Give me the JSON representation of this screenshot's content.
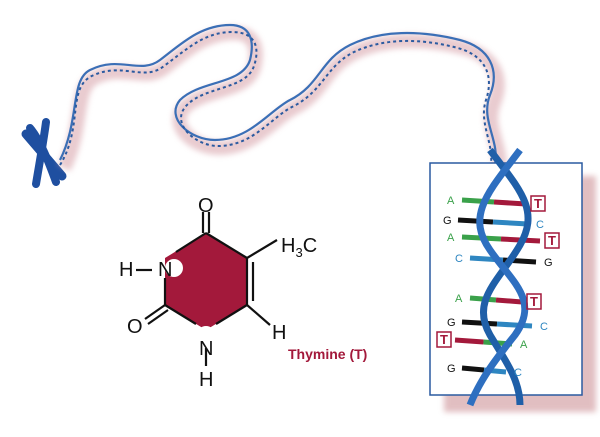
{
  "molecule": {
    "caption": "Thymine (T)",
    "atoms": {
      "o_top": "O",
      "o_left": "O",
      "n_left": "N",
      "n_bottom": "N",
      "h_left": "H",
      "h_bottom": "H",
      "h_right": "H",
      "methyl_main": "H",
      "methyl_sub": "3",
      "methyl_c": "C"
    },
    "ring_color": "#a3193b"
  },
  "helix": {
    "letters_left": [
      "A",
      "G",
      "A",
      "C",
      "A",
      "G",
      "T",
      "G"
    ],
    "letters_right": [
      "T",
      "C",
      "T",
      "G",
      "T",
      "C",
      "A",
      "C"
    ],
    "boxed_t_labels": [
      "T",
      "T",
      "T",
      "T"
    ],
    "strand_color": "#1f5fa8",
    "colors": {
      "A": "#3aa14a",
      "T": "#a3193b",
      "G": "#111111",
      "C": "#2e86c1"
    }
  },
  "chromosome": {
    "color": "#1f4fa0"
  }
}
